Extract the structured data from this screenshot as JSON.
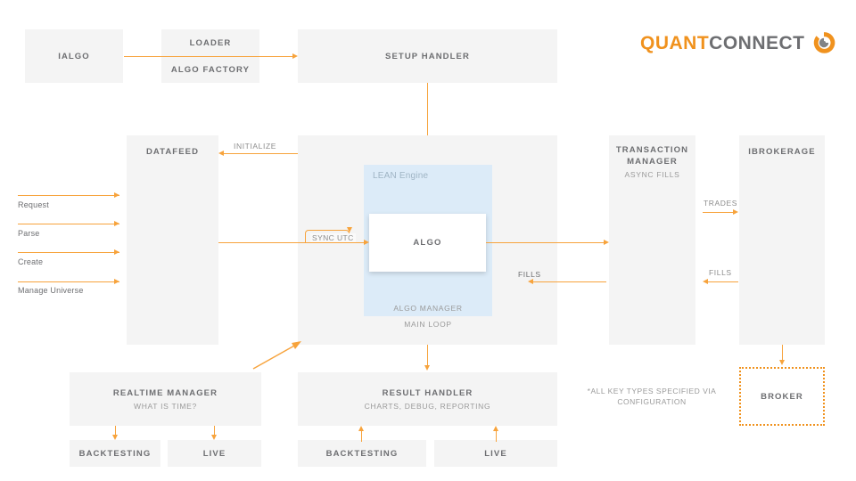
{
  "brand": {
    "word_1": "QUANT",
    "word_2": "CONNECT",
    "color_orange": "#f0921e",
    "color_gray": "#6d6e71",
    "mark": "quantconnect-logo-mark"
  },
  "nodes": {
    "ialgo": {
      "title": "IALGO"
    },
    "loader": {
      "title": "LOADER"
    },
    "algo_factory": {
      "title": "ALGO FACTORY"
    },
    "setup_handler": {
      "title": "SETUP HANDLER"
    },
    "datafeed": {
      "title": "DATAFEED"
    },
    "engine": {
      "lean_label": "LEAN Engine",
      "algo": "ALGO",
      "algo_manager": "ALGO MANAGER",
      "main_loop": "MAIN LOOP"
    },
    "transaction_manager": {
      "title": "TRANSACTION MANAGER",
      "sub": "ASYNC FILLS"
    },
    "ibrokerage": {
      "title": "IBROKERAGE"
    },
    "broker": {
      "title": "BROKER"
    },
    "realtime_manager": {
      "title": "REALTIME MANAGER",
      "sub": "WHAT IS TIME?"
    },
    "result_handler": {
      "title": "RESULT HANDLER",
      "sub": "CHARTS, DEBUG, REPORTING"
    },
    "realtime_backtesting": {
      "title": "BACKTESTING"
    },
    "realtime_live": {
      "title": "LIVE"
    },
    "result_backtesting": {
      "title": "BACKTESTING"
    },
    "result_live": {
      "title": "LIVE"
    }
  },
  "edges": {
    "initialize": "INITIALIZE",
    "sync_utc": "SYNC UTC",
    "trades": "TRADES",
    "fills_brokerage": "FILLS",
    "fills_engine": "FILLS"
  },
  "inputs": [
    {
      "label": "Request"
    },
    {
      "label": "Parse"
    },
    {
      "label": "Create"
    },
    {
      "label": "Manage Universe"
    }
  ],
  "footnote": {
    "text": "*ALL KEY TYPES SPECIFIED VIA CONFIGURATION"
  },
  "colors": {
    "arrow": "#f7a33c",
    "box_fill": "#f4f4f4",
    "lean_fill": "#dcebf8",
    "text": "#6d6e71"
  }
}
